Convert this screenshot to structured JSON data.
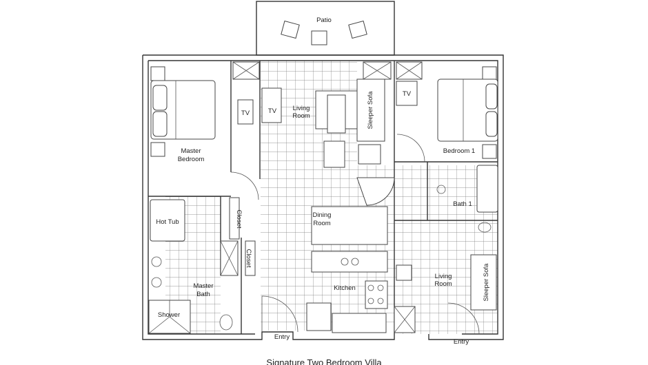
{
  "plan": {
    "title": "Signature Two Bedroom Villa",
    "rooms": {
      "patio": "Patio",
      "master_bedroom_1": "Master",
      "master_bedroom_2": "Bedroom",
      "living_room_1": "Living",
      "living_room_2": "Room",
      "tv_master": "TV",
      "tv_living": "TV",
      "tv_bedroom1": "TV",
      "sleeper_sofa_main": "Sleeper Sofa",
      "bedroom_1": "Bedroom 1",
      "hot_tub": "Hot Tub",
      "closet_1": "Closet",
      "closet_2": "Closet",
      "dining_room_1": "Dining",
      "dining_room_2": "Room",
      "bath_1": "Bath 1",
      "master_bath_1": "Master",
      "master_bath_2": "Bath",
      "kitchen": "Kitchen",
      "shower": "Shower",
      "entry_main": "Entry",
      "lockoff_living_1": "Living",
      "lockoff_living_2": "Room",
      "sleeper_sofa_lockoff": "Sleeper Sofa",
      "entry_lockoff": "Entry"
    }
  }
}
